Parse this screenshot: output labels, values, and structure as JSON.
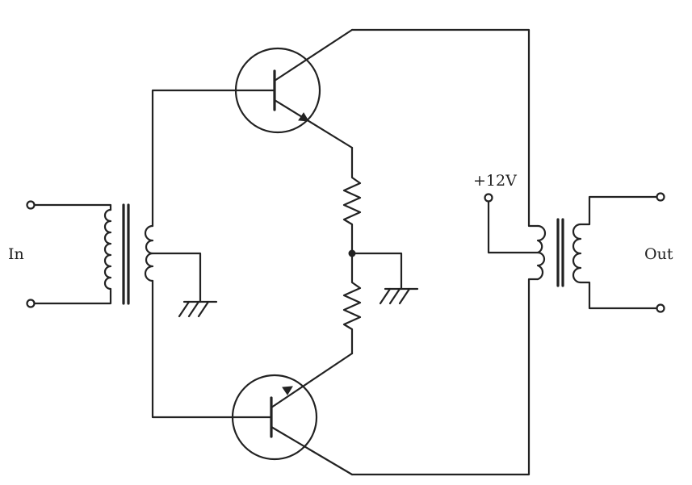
{
  "labels": {
    "input": "In",
    "output": "Out",
    "supply": "+12V"
  },
  "components": {
    "input_transformer": "transformer",
    "output_transformer": "transformer",
    "upper_transistor": "npn-transistor",
    "lower_transistor": "pnp-transistor",
    "upper_resistor": "resistor",
    "lower_resistor": "resistor",
    "input_ground": "ground",
    "resistor_ground": "ground"
  },
  "colors": {
    "line": "#222222",
    "background": "#ffffff"
  }
}
